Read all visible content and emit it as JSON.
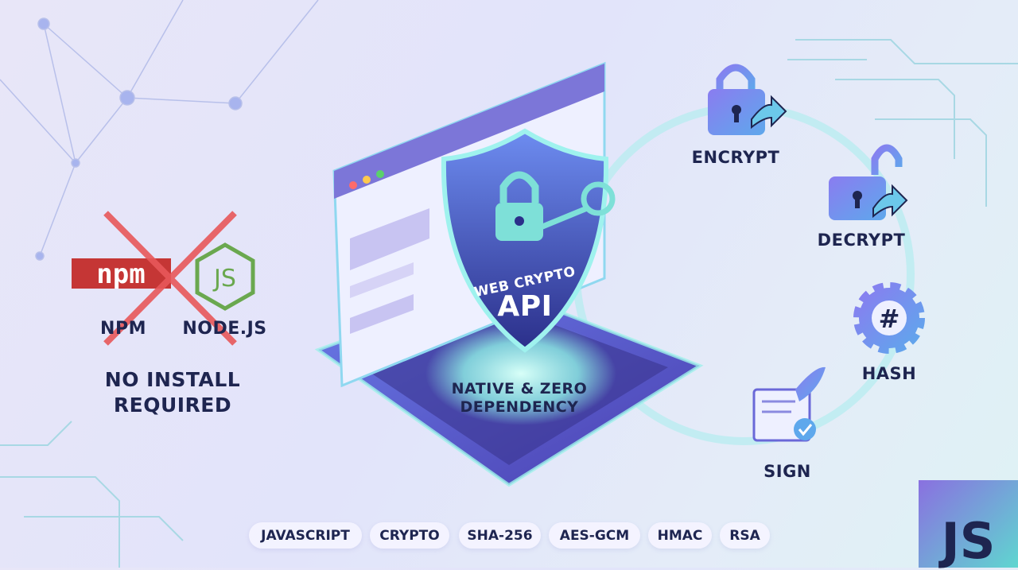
{
  "left": {
    "npm_logo_text": "npm",
    "npm_label": "NPM",
    "node_logo_text": "JS",
    "node_label": "NODE.JS",
    "tagline_line1": "NO INSTALL",
    "tagline_line2": "REQUIRED"
  },
  "center": {
    "shield_line1": "WEB CRYPTO",
    "shield_line2": "API",
    "caption_line1": "NATIVE & ZERO",
    "caption_line2": "DEPENDENCY"
  },
  "operations": [
    {
      "label": "ENCRYPT",
      "icon": "lock-arrow-icon"
    },
    {
      "label": "DECRYPT",
      "icon": "unlock-arrow-icon"
    },
    {
      "label": "HASH",
      "icon": "gear-hash-icon"
    },
    {
      "label": "SIGN",
      "icon": "signed-document-icon"
    }
  ],
  "tags": [
    "JAVASCRIPT",
    "CRYPTO",
    "SHA-256",
    "AES-GCM",
    "HMAC",
    "RSA"
  ],
  "badge": {
    "text": "JS"
  },
  "colors": {
    "text": "#1e2550",
    "npm_red": "#c53635",
    "node_green": "#6aa84f",
    "cross_red": "#e8585a",
    "accent_purple": "#7b6fe0",
    "accent_teal": "#5fd6d0"
  }
}
